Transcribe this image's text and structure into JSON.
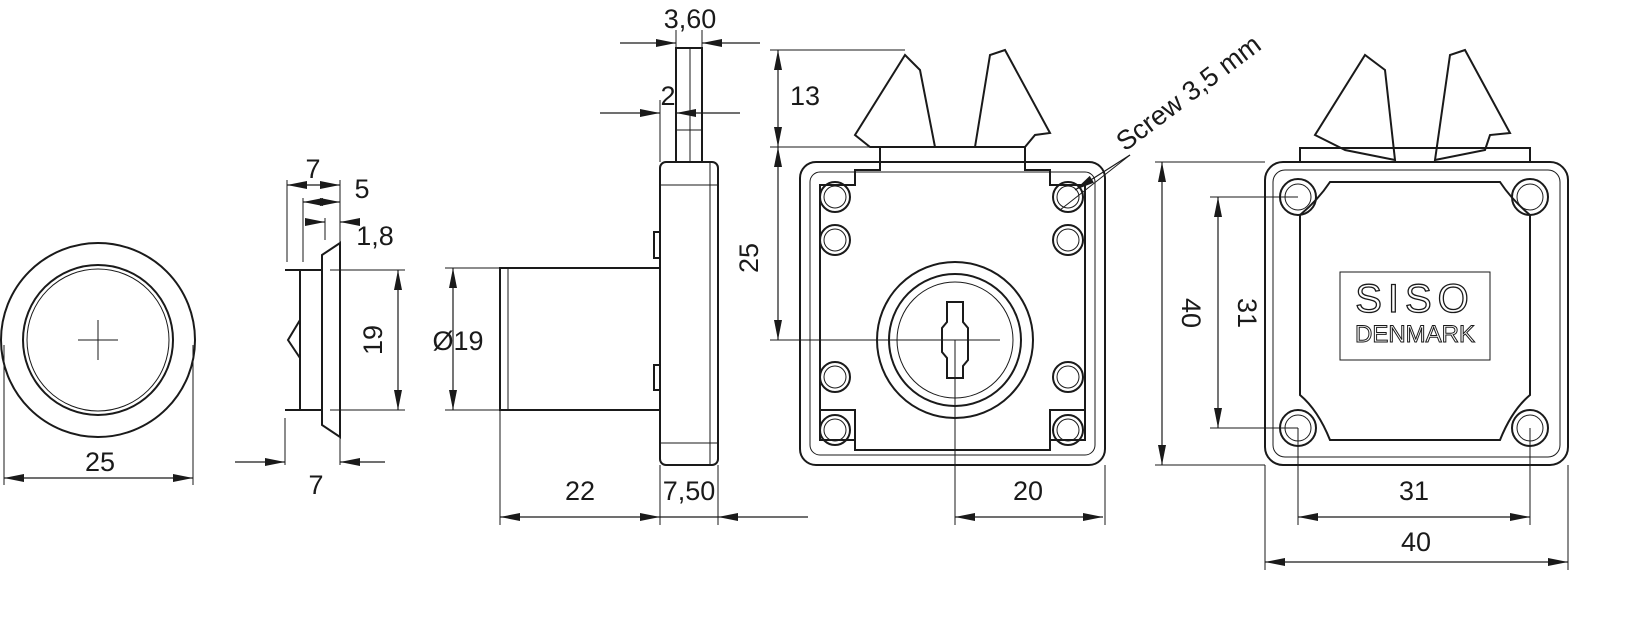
{
  "rosette": {
    "diameter": "25"
  },
  "profile": {
    "depth_total": "7",
    "depth_mid": "5",
    "rim": "1,8",
    "height": "19",
    "bottom_depth": "7"
  },
  "side_view": {
    "bolt_width": "3,60",
    "bolt_thickness": "2",
    "cylinder_diameter": "Ø19",
    "cylinder_length": "22",
    "body_depth": "7,50"
  },
  "front_view": {
    "bolt_height": "13",
    "key_offset": "25",
    "key_center_to_edge": "20",
    "screw_note": "Screw 3,5 mm"
  },
  "back_view": {
    "height": "40",
    "hole_spacing_v": "31",
    "hole_spacing_h": "31",
    "width": "40",
    "brand": "SISO",
    "brand_sub": "DENMARK"
  }
}
